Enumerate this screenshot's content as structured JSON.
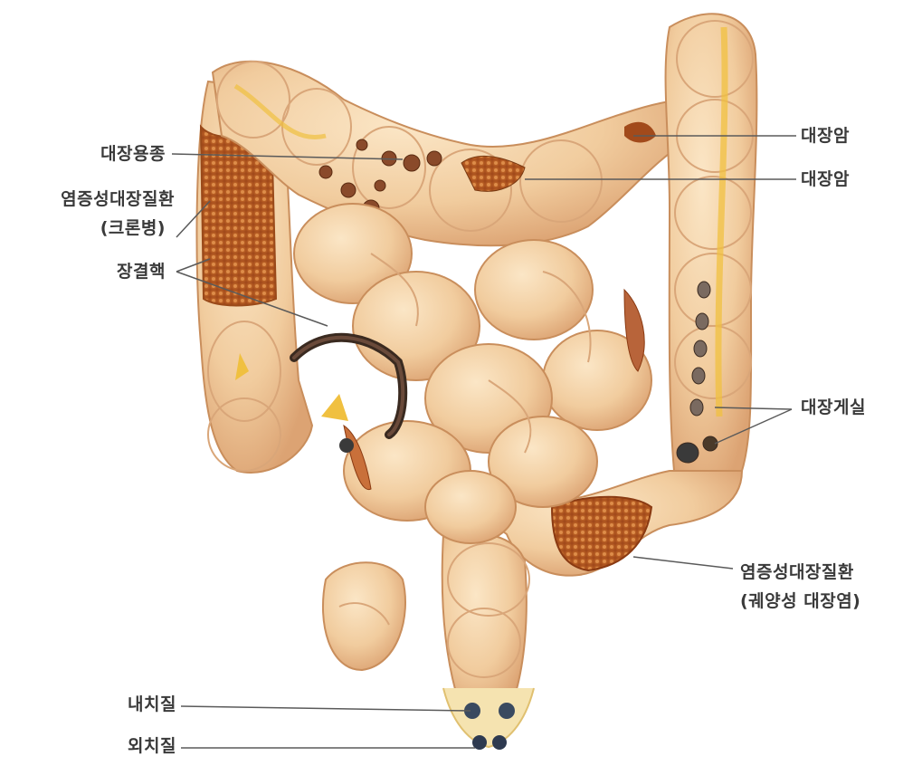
{
  "labels": {
    "polyp": "대장용종",
    "crohn_line1": "염증성대장질환",
    "crohn_line2": "(크론병)",
    "tb": "장결핵",
    "cancer1": "대장암",
    "cancer2": "대장암",
    "diverticulum": "대장게실",
    "uc_line1": "염증성대장질환",
    "uc_line2": "(궤양성 대장염)",
    "internal_hemorrhoid": "내치질",
    "external_hemorrhoid": "외치질"
  },
  "colors": {
    "tissue": "#f3d2a8",
    "tissue_shade": "#e4b283",
    "tissue_outline": "#c98e5c",
    "inflamed": "#b85a22",
    "lesion": "#8a4a2a",
    "fat": "#f0c040",
    "leader_line": "#5a5a5a",
    "label_text": "#3a3a3a"
  }
}
